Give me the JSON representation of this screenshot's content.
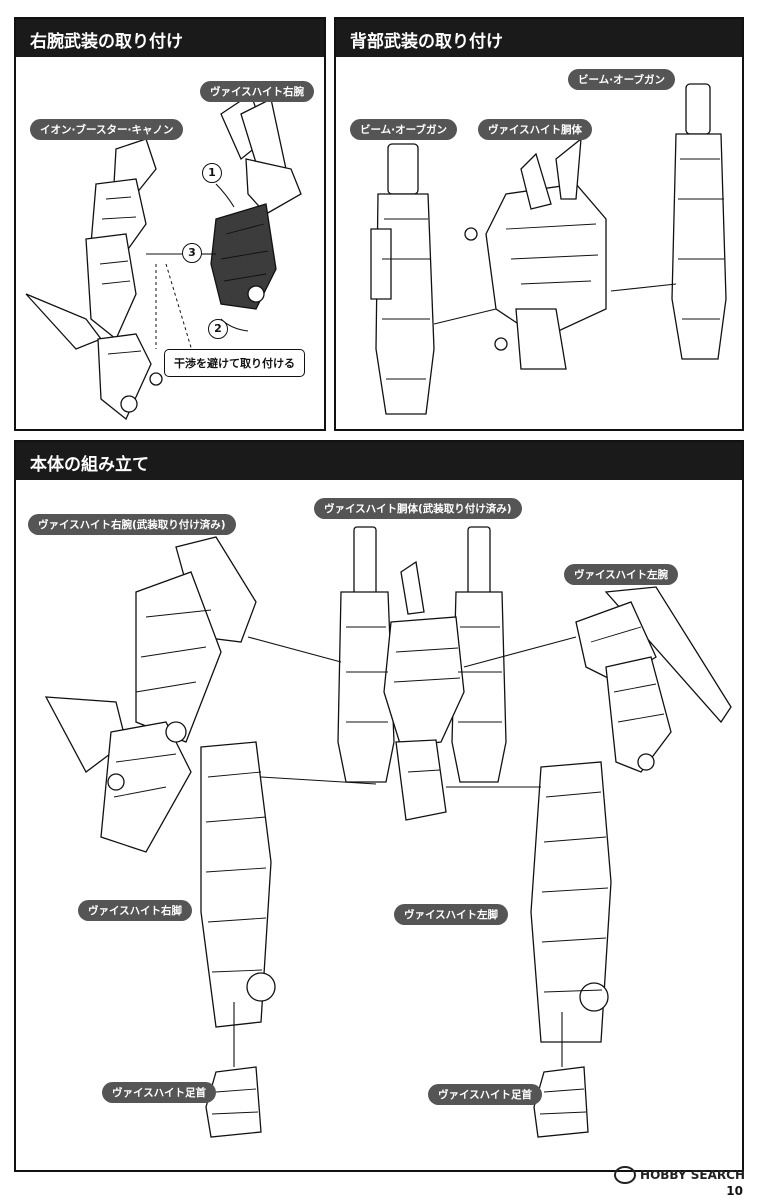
{
  "panels": {
    "right_arm_weapon": {
      "title": "右腕武装の取り付け",
      "labels": {
        "right_arm": "ヴァイスハイト右腕",
        "ion_booster_cannon": "イオン·ブースター·キャノン"
      },
      "note": "干渉を避けて取り付ける",
      "steps": [
        "1",
        "2",
        "3"
      ]
    },
    "back_weapon": {
      "title": "背部武装の取り付け",
      "labels": {
        "beam_orb_gun_right": "ビーム·オーブガン",
        "beam_orb_gun_left": "ビーム·オーブガン",
        "torso": "ヴァイスハイト胴体"
      }
    },
    "body_assembly": {
      "title": "本体の組み立て",
      "labels": {
        "right_arm_equipped": "ヴァイスハイト右腕(武装取り付け済み)",
        "torso_equipped": "ヴァイスハイト胴体(武装取り付け済み)",
        "left_arm": "ヴァイスハイト左腕",
        "right_leg": "ヴァイスハイト右脚",
        "left_leg": "ヴァイスハイト左脚",
        "right_ankle": "ヴァイスハイト足首",
        "left_ankle": "ヴァイスハイト足首"
      }
    }
  },
  "footer": {
    "watermark": "HOBBY SEARCH",
    "page_number": "10"
  }
}
